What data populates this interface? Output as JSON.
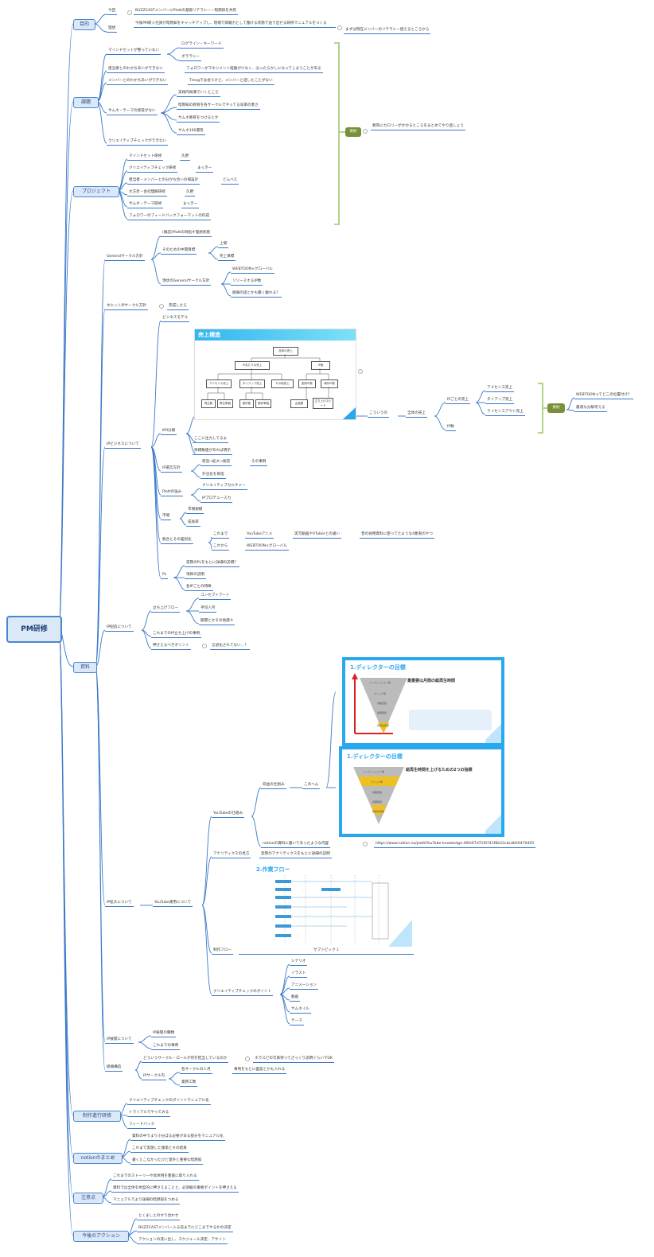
{
  "root": "PM研修",
  "branches": {
    "mokuteki": "目的",
    "kadai": "課題",
    "project": "プロジェクト",
    "shiryo": "資料",
    "seisaku": "制作進行研修",
    "notion": "notionのまとめ",
    "chui": "注意点",
    "action": "今後のアクション"
  },
  "mokuteki": {
    "konkai": "今回",
    "konkai_v": "BUZZCASTメンバーにPlottの基礎リテラシー・暗黙知を共有",
    "riso": "理想",
    "riso_v": "今後PM新入社員が暗黙知をキャッチアップし、現場で即戦力として働ける状態で送り出せる研修マニュアルをつくる",
    "riso_v2": "まずは現在メンバーのリテラシー担えるところから"
  },
  "kadai": {
    "mindset": "マインドセットが整っていない",
    "ms1": "ログライン・キーワード",
    "ms2": "ボララシー",
    "tanto": "担当者とのわかちあいができない",
    "tanto_v": "フォロワーがマネジメント経験が少なく、ほったらかしになってしまうことがある",
    "member": "メンバーとのわかちあいができない",
    "member_v": "Tmegでは会うけど、メンバーと話したことがない",
    "samune": "サムネ・テーマの感覚がない",
    "s1": "実践的知識でいくところ",
    "s2": "暗黙知の教育を各サークルでやってる効率の悪さ",
    "s3": "サムネ教育をつけるとか",
    "s4": "サムネ100選等",
    "creative": "クリエイティブチェックができない"
  },
  "summary1": {
    "label": "要約",
    "text": "教育にカロリーがかかるところをまとめてやり直しょう"
  },
  "project": {
    "items": [
      {
        "label": "マインドセット研修",
        "owner": "久野"
      },
      {
        "label": "クリエイティブチェック研修",
        "owner": "まっきー"
      },
      {
        "label": "担当者・メンバーとの分かち合いの場設計",
        "owner": "どんべえ"
      },
      {
        "label": "大方針・会社理解研修",
        "owner": "久野"
      },
      {
        "label": "サムネ・テーマ研修",
        "owner": "まっきー"
      },
      {
        "label": "フォロワーのフィードバックフォーマットの作成",
        "owner": ""
      }
    ]
  },
  "shiryo": {
    "general": "Generalサークル方針",
    "g1": "(確認)Plottの目指す理想状態",
    "g2": "そのための中間目標",
    "g2a": "上場",
    "g2b": "売上目標",
    "g3": "現状のGeneralサークル方針",
    "g3a": "WEBTOON×グローバル",
    "g3b": "リソースするIP数",
    "g3c": "組織の話とかも繋く触れる？",
    "hit": "大ヒットIPサークル方針",
    "hit_v": "完成したら",
    "ipbiz": "IPビジネスについて",
    "bizmodel": "ビジネスモデル",
    "urikozo_title": "売上構造",
    "kpi": "KPI分解",
    "koiuno": "こういうの",
    "zentai": "全体の売上",
    "ipgoto": "IPごとの売上",
    "ad": "アドセンス売上",
    "tieup": "タイアップ売上",
    "license": "ライセンスアウト売上",
    "ipsu": "IP数",
    "summary2": "要約",
    "webtoon_q": "WEBTOONってどこの位置付け？",
    "saiteki": "最適な分解考える",
    "koko": "ここに注力してるよ",
    "mokuhyo": "目標数値があれば明示",
    "ipsenryaku": "IP運営方針",
    "shinki": "新造→拡大→販売",
    "shinki_v": "その事例",
    "gaibu": "外注化を目指",
    "tsuyomi": "Plottの強み",
    "t1": "クリエイティブカルチャー",
    "t2": "IPプロデュース力",
    "shijo": "市場",
    "m1": "市場規模",
    "m2": "成長率",
    "kyogo": "競合とその差別化",
    "korema": "これまで",
    "youtube_anime": "YouTubeアニメ",
    "jissha": "実写動画やVTuberとの違い",
    "yosaiyo": "昔の採用資料に使ってたような4象限のやつ",
    "korekara": "これから",
    "webtoon_global": "WEBTOON×グローバル",
    "pl": "PL",
    "pl1": "実際のPLをもとに詳細の説明？",
    "pl2": "項目の説明",
    "pl3": "各IPごとの特徴",
    "ipsosei": "IP創造について",
    "tachiage": "立ち上げフロー",
    "c1": "コンセプトアート",
    "c2": "平均人月",
    "c3": "期間とかその他諸々",
    "jirei": "これまでのIP立ち上げの事例",
    "osae": "押さえるべきポイント",
    "osae_v": "言語化されてない…？",
    "ipkakudai": "IP拡大について",
    "youtube_unyo": "YouTube運用について",
    "youtube_shikumi": "YouTubeの仕組み",
    "shueki": "収益の仕組み",
    "kono": "このへん",
    "notion_shiryo": "notionの資料に書いてあったような内容",
    "notion_url": "https://www.notion.so/plott/YouTube-knowledge-40fe67d71f0741f6b22cbcdb50470d05",
    "analytics": "アナリティクスの見方",
    "analytics_v": "実際のアナリティクスをもとに詳細の説明",
    "seisaku_flow": "制作フロー",
    "subtopic": "サブトピック 1",
    "sakugyo_title": "2.作業フロー",
    "creative_point": "クリエイティブチェックのポイント",
    "cp": [
      "シナリオ",
      "イラスト",
      "アニメーション",
      "動画",
      "サムネイル",
      "テーマ"
    ],
    "director_title1": "1.ディレクターの目標",
    "director_head1": "最重要は月間の総再生時間",
    "director_title2": "1.ディレクターの目標",
    "director_head2": "総再生時間を上げるための2つの指標",
    "iptenkai": "IP展開について",
    "ten1": "IP展開の種類",
    "ten2": "これまでの事例",
    "soshiki": "組織構造",
    "sk1": "どういうサークル・ロールが何を担当しているのか",
    "sk1_v": "ホラスピの写真持ってざっくり説明ぐらいでOK",
    "sk2": "IPサークル内",
    "sk2a": "各サークルの人月",
    "sk2a_v": "事例をもとに図変とかも入れる",
    "sk2b": "業務工数"
  },
  "seisaku": [
    "クリエイティブチェックのポイントマニュアル化",
    "トライアルでやってみる",
    "フィードバック"
  ],
  "notion": [
    "資料の中でより小分ぼる必要がある部分をマニュアル化",
    "これまで実施した施策とその結果",
    "書くとこなかったけど意外と重要な暗黙知"
  ],
  "chui": [
    "これまでのストーリーや具体例を豊富に取り入れる",
    "資料では全体を体型的に押さえることと、必須級の重要ポイントを押さえる",
    "マニュアルでより詳細の暗黙知をつめる"
  ],
  "action": [
    "とくましとのすり合わせ",
    "BUZZCASTメンバー入る前までにどこまでやるかの決定",
    "アクションの洗い出し、スケジュール決定、アサイン"
  ],
  "funnel": [
    "インプレッション数",
    "クリック率",
    "視聴回数",
    "視聴時間",
    "総再生時間"
  ],
  "tree_nodes": [
    "全体の売上",
    "IPあたりの売上",
    "IP数",
    "アドセンス売上",
    "タイアップ売上",
    "その他売上",
    "国内IP数",
    "海外IP数",
    "再生数",
    "再生単価",
    "案件数",
    "案件単価",
    "企画数",
    "立ち上げスピード"
  ],
  "colors": {
    "line": "#3a78c8",
    "box": "#dbe8f8",
    "summary": "#7a8f3a",
    "bracket": "#b5d38a",
    "accent": "#2aa8ee"
  }
}
